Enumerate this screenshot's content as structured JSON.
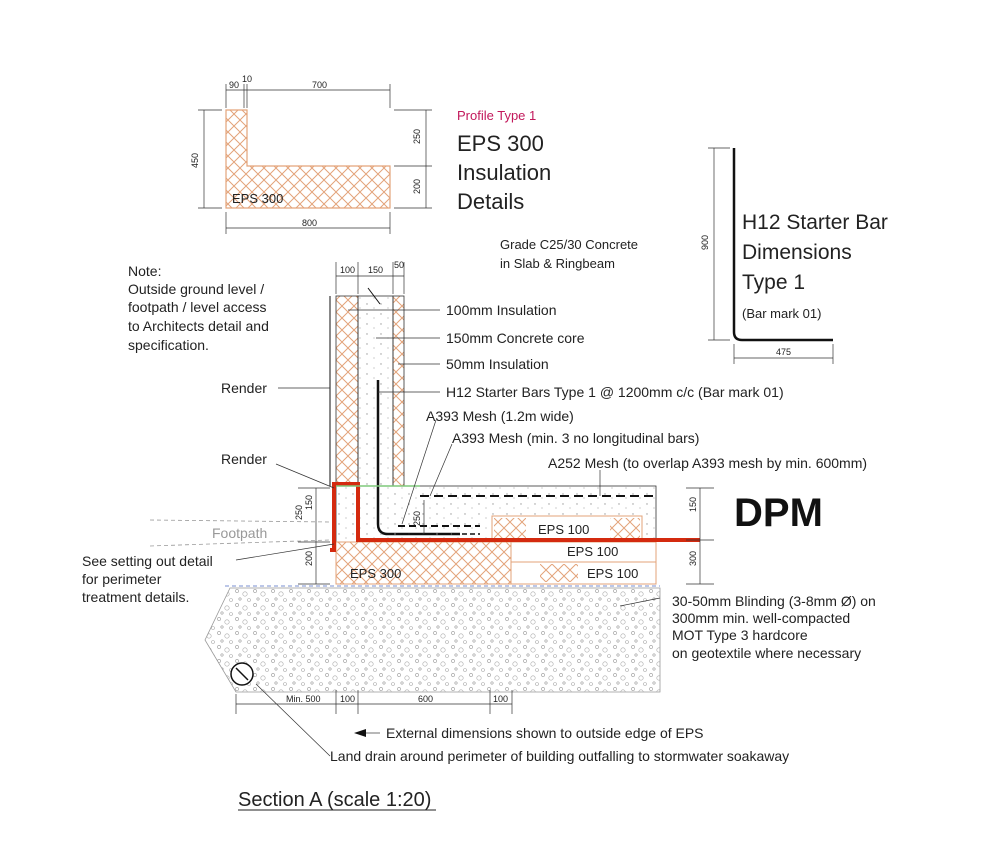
{
  "profile": {
    "label": "Profile Type 1",
    "title_lines": [
      "EPS 300",
      "Insulation",
      "Details"
    ],
    "fill_label": "EPS 300",
    "dims": {
      "top_a": "90",
      "top_b": "10",
      "top_c": "700",
      "left_h": "450",
      "right_top": "250",
      "right_bottom": "200",
      "bottom": "800"
    }
  },
  "starter_bar": {
    "title_lines": [
      "H12 Starter Bar",
      "Dimensions",
      "Type 1"
    ],
    "subtitle": "(Bar mark 01)",
    "dims": {
      "height": "900",
      "leg": "475"
    }
  },
  "grade_lines": [
    "Grade C25/30 Concrete",
    "in Slab & Ringbeam"
  ],
  "note_lines": [
    "Note:",
    "Outside ground level /",
    "footpath / level access",
    "to Architects detail and",
    "specification."
  ],
  "wall_dims": {
    "a": "100",
    "b": "150",
    "c": "50"
  },
  "labels": {
    "ins100": "100mm Insulation",
    "core150": "150mm Concrete core",
    "ins50": "50mm Insulation",
    "starter": "H12 Starter Bars Type 1 @ 1200mm c/c (Bar mark 01)",
    "mesh1": "A393 Mesh (1.2m wide)",
    "mesh2": "A393 Mesh (min. 3 no longitudinal bars)",
    "mesh3": "A252 Mesh (to overlap A393 mesh by min. 600mm)",
    "render1": "Render",
    "render2": "Render",
    "footpath": "Footpath",
    "dpm": "DPM",
    "eps100a": "EPS 100",
    "eps100b": "EPS 100",
    "eps100c": "EPS 100",
    "eps300": "EPS 300"
  },
  "setting_lines": [
    "See setting out detail",
    "for perimeter",
    "treatment details."
  ],
  "blinding_lines": [
    "30-50mm Blinding (3-8mm Ø) on",
    "300mm min. well-compacted",
    "MOT Type 3 hardcore",
    "on geotextile where necessary"
  ],
  "section_dims": {
    "left_a": "250",
    "left_b": "150",
    "left_c": "200",
    "inner": "250",
    "right_a": "150",
    "right_b": "300"
  },
  "bottom_dims": {
    "a": "Min. 500",
    "b": "100",
    "c": "600",
    "d": "100"
  },
  "footer_notes": {
    "external": "External dimensions shown to outside edge of EPS",
    "drain": "Land drain around perimeter of building outfalling to stormwater soakaway"
  },
  "caption": "Section A (scale 1:20)",
  "colors": {
    "eps_hatch": "#e3a37a",
    "dpm": "#d42a0f",
    "profile_label": "#c2185b",
    "hardcore": "#888888"
  }
}
